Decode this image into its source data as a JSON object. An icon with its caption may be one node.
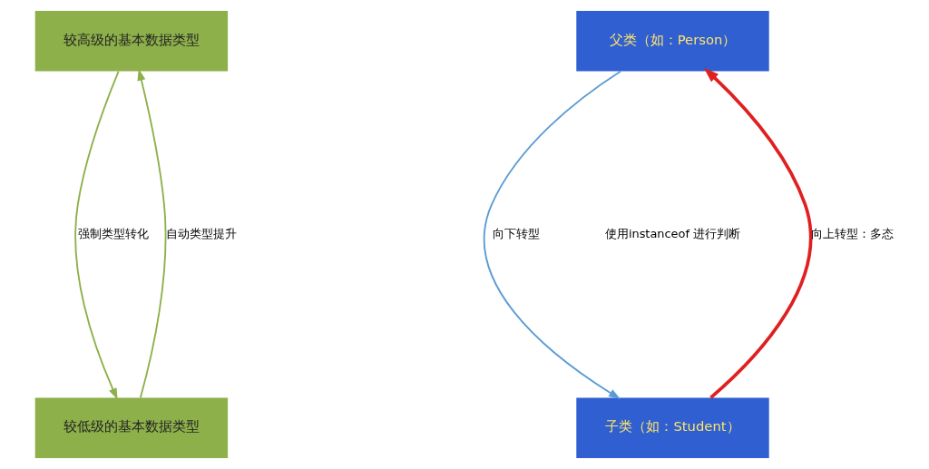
{
  "diagram": {
    "nodes": [
      {
        "text": [
          "较高级的基本数据类型"
        ]
      },
      {
        "text": [
          "较低级的基本数据类型"
        ]
      },
      {
        "text": [
          "父类（如：Person）"
        ]
      },
      {
        "text": [
          "子类（如：Student）"
        ]
      }
    ],
    "edges": [
      {
        "from": 0,
        "to": 1,
        "arrow": "to",
        "label": "强制类型转化"
      },
      {
        "from": 1,
        "to": 0,
        "arrow": "to",
        "label": "自动类型提升"
      },
      {
        "from": 2,
        "to": 3,
        "arrow": "to",
        "label": "向下转型",
        "color": "#5b9bd5"
      },
      {
        "from": 3,
        "to": 2,
        "arrow": "to",
        "label": "向上转型：多态",
        "style": "thick",
        "color": "#e02020"
      }
    ],
    "labels": [
      "使用instanceof 进行判断"
    ]
  }
}
